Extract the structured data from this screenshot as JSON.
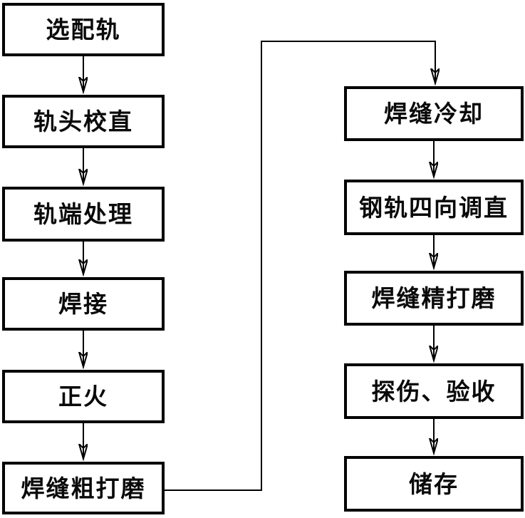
{
  "flowchart": {
    "type": "flowchart",
    "description": "Rail welding production process flow, two columns, top-to-bottom then continuing to second column",
    "left_column": [
      {
        "id": "rail-selection",
        "label": "选配轨"
      },
      {
        "id": "railhead-straightening",
        "label": "轨头校直"
      },
      {
        "id": "rail-end-treatment",
        "label": "轨端处理"
      },
      {
        "id": "welding",
        "label": "焊接"
      },
      {
        "id": "normalizing",
        "label": "正火"
      },
      {
        "id": "weld-rough-grinding",
        "label": "焊缝粗打磨"
      }
    ],
    "right_column": [
      {
        "id": "weld-cooling",
        "label": "焊缝冷却"
      },
      {
        "id": "rail-four-way-straightening",
        "label": "钢轨四向调直"
      },
      {
        "id": "weld-fine-grinding",
        "label": "焊缝精打磨"
      },
      {
        "id": "flaw-detection-acceptance",
        "label": "探伤、验收"
      },
      {
        "id": "storage",
        "label": "储存"
      }
    ],
    "edges": [
      {
        "from": "选配轨",
        "to": "轨头校直"
      },
      {
        "from": "轨头校直",
        "to": "轨端处理"
      },
      {
        "from": "轨端处理",
        "to": "焊接"
      },
      {
        "from": "焊接",
        "to": "正火"
      },
      {
        "from": "正火",
        "to": "焊缝粗打磨"
      },
      {
        "from": "焊缝粗打磨",
        "to": "焊缝冷却"
      },
      {
        "from": "焊缝冷却",
        "to": "钢轨四向调直"
      },
      {
        "from": "钢轨四向调直",
        "to": "焊缝精打磨"
      },
      {
        "from": "焊缝精打磨",
        "to": "探伤、验收"
      },
      {
        "from": "探伤、验收",
        "to": "储存"
      }
    ],
    "colors": {
      "line": "#000000",
      "box_border": "#000000",
      "box_fill": "#ffffff",
      "text": "#0a0a0a",
      "background": "#ffffff"
    }
  }
}
